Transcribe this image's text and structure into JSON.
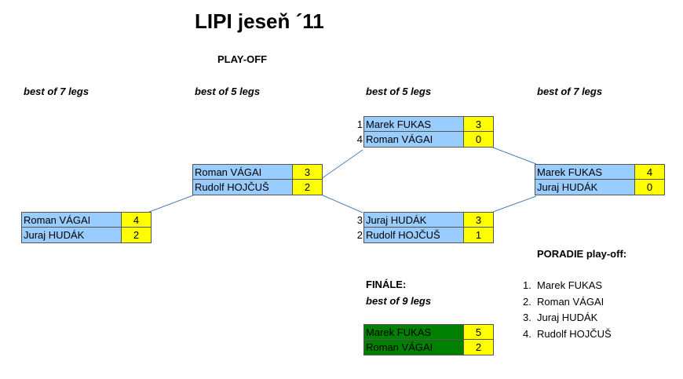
{
  "title": "LIPI jeseň ´11",
  "playoff_label": "PLAY-OFF",
  "rounds": [
    "best of 7 legs",
    "best of 5 legs",
    "best of 5 legs",
    "best of 7 legs"
  ],
  "matches": {
    "r1": {
      "p1": {
        "name": "Roman VÁGAI",
        "score": "4"
      },
      "p2": {
        "name": "Juraj HUDÁK",
        "score": "2"
      }
    },
    "r2": {
      "p1": {
        "name": "Roman VÁGAI",
        "score": "3"
      },
      "p2": {
        "name": "Rudolf HOJČUŠ",
        "score": "2"
      }
    },
    "r3a": {
      "p1": {
        "seed": "1",
        "name": "Marek FUKAS",
        "score": "3"
      },
      "p2": {
        "seed": "4",
        "name": "Roman VÁGAI",
        "score": "0"
      }
    },
    "r3b": {
      "p1": {
        "seed": "3",
        "name": "Juraj HUDÁK",
        "score": "3"
      },
      "p2": {
        "seed": "2",
        "name": "Rudolf HOJČUŠ",
        "score": "1"
      }
    },
    "r4": {
      "p1": {
        "name": "Marek FUKAS",
        "score": "4"
      },
      "p2": {
        "name": "Juraj HUDÁK",
        "score": "0"
      }
    },
    "final": {
      "p1": {
        "name": "Marek FUKAS",
        "score": "5"
      },
      "p2": {
        "name": "Roman VÁGAI",
        "score": "2"
      }
    }
  },
  "final_label": "FINÁLE:",
  "final_best": "best of 9 legs",
  "ranking_title": "PORADIE play-off:",
  "ranking": [
    {
      "num": "1.",
      "name": "Marek FUKAS"
    },
    {
      "num": "2.",
      "name": "Roman VÁGAI"
    },
    {
      "num": "3.",
      "name": "Juraj HUDÁK"
    },
    {
      "num": "4.",
      "name": "Rudolf HOJČUŠ"
    }
  ],
  "colors": {
    "name_fill": "#99ccff",
    "score_fill": "#ffff00",
    "final_fill": "#008000",
    "connector": "#4a7ebb"
  }
}
